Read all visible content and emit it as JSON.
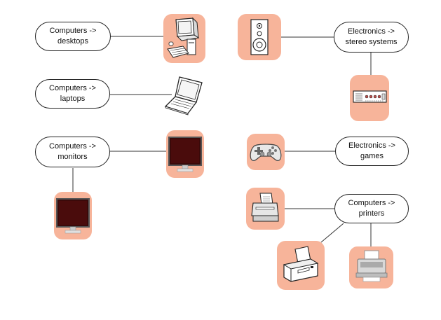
{
  "colors": {
    "tile": "#f7b49a",
    "line": "#333333",
    "border": "#222222"
  },
  "nodes": {
    "computers_desktops": "Computers ->\ndesktops",
    "computers_laptops": "Computers ->\nlaptops",
    "computers_monitors": "Computers ->\nmonitors",
    "electronics_stereo": "Electronics ->\nstereo systems",
    "electronics_games": "Electronics ->\ngames",
    "computers_printers": "Computers ->\nprinters"
  },
  "icons": [
    "desktop-computer-icon",
    "laptop-icon",
    "monitor-icon",
    "monitor-icon",
    "speaker-icon",
    "stereo-receiver-icon",
    "game-controller-icon",
    "fax-printer-icon",
    "laser-printer-icon",
    "inkjet-printer-icon"
  ]
}
